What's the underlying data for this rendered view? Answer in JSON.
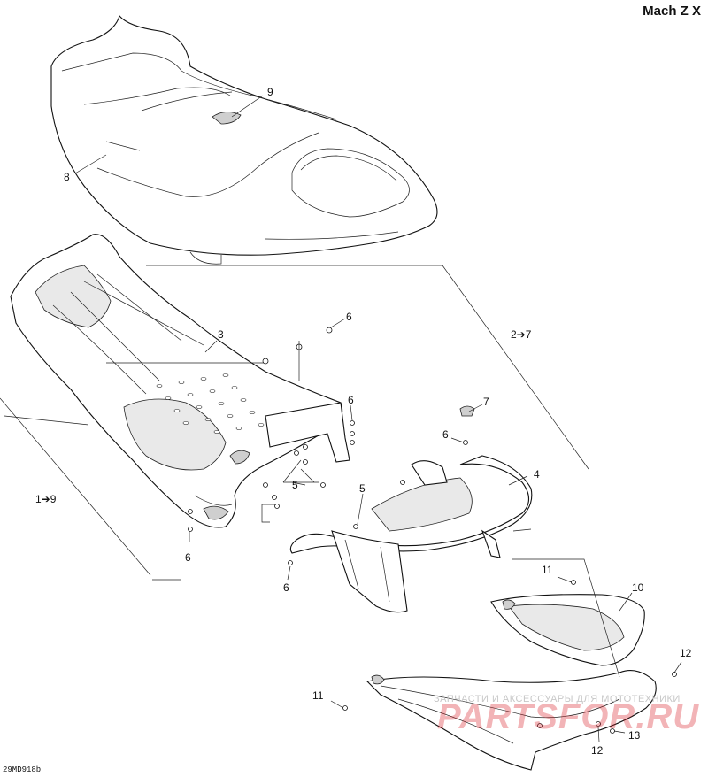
{
  "header": {
    "model": "Mach Z X"
  },
  "footer": {
    "diagram_code": "29MD918b"
  },
  "watermark": {
    "line": "ЗАПЧАСТИ И АКСЕССУАРЫ ДЛЯ МОТОТЕХНИКИ",
    "logo": "PARTSFOR.RU",
    "color": "#d81f27"
  },
  "callouts": {
    "seat": "8",
    "seat_latch": "9",
    "seat_base": "3",
    "group_seat": "2➔7",
    "group_all": "1➔9",
    "rear_rack": "4",
    "bumper_cap": "7",
    "nut_top": "6",
    "nut_mid": "6",
    "nut_right": "6",
    "nut_bottom_left": "6",
    "nut_bottom_center": "6",
    "screw_left": "5",
    "screw_right": "5",
    "rear_light_housing": "10",
    "screw_housing_top": "11",
    "screw_housing_left": "11",
    "screw_housing_right": "12",
    "screw_housing_bottom": "12",
    "screw_13": "13"
  }
}
